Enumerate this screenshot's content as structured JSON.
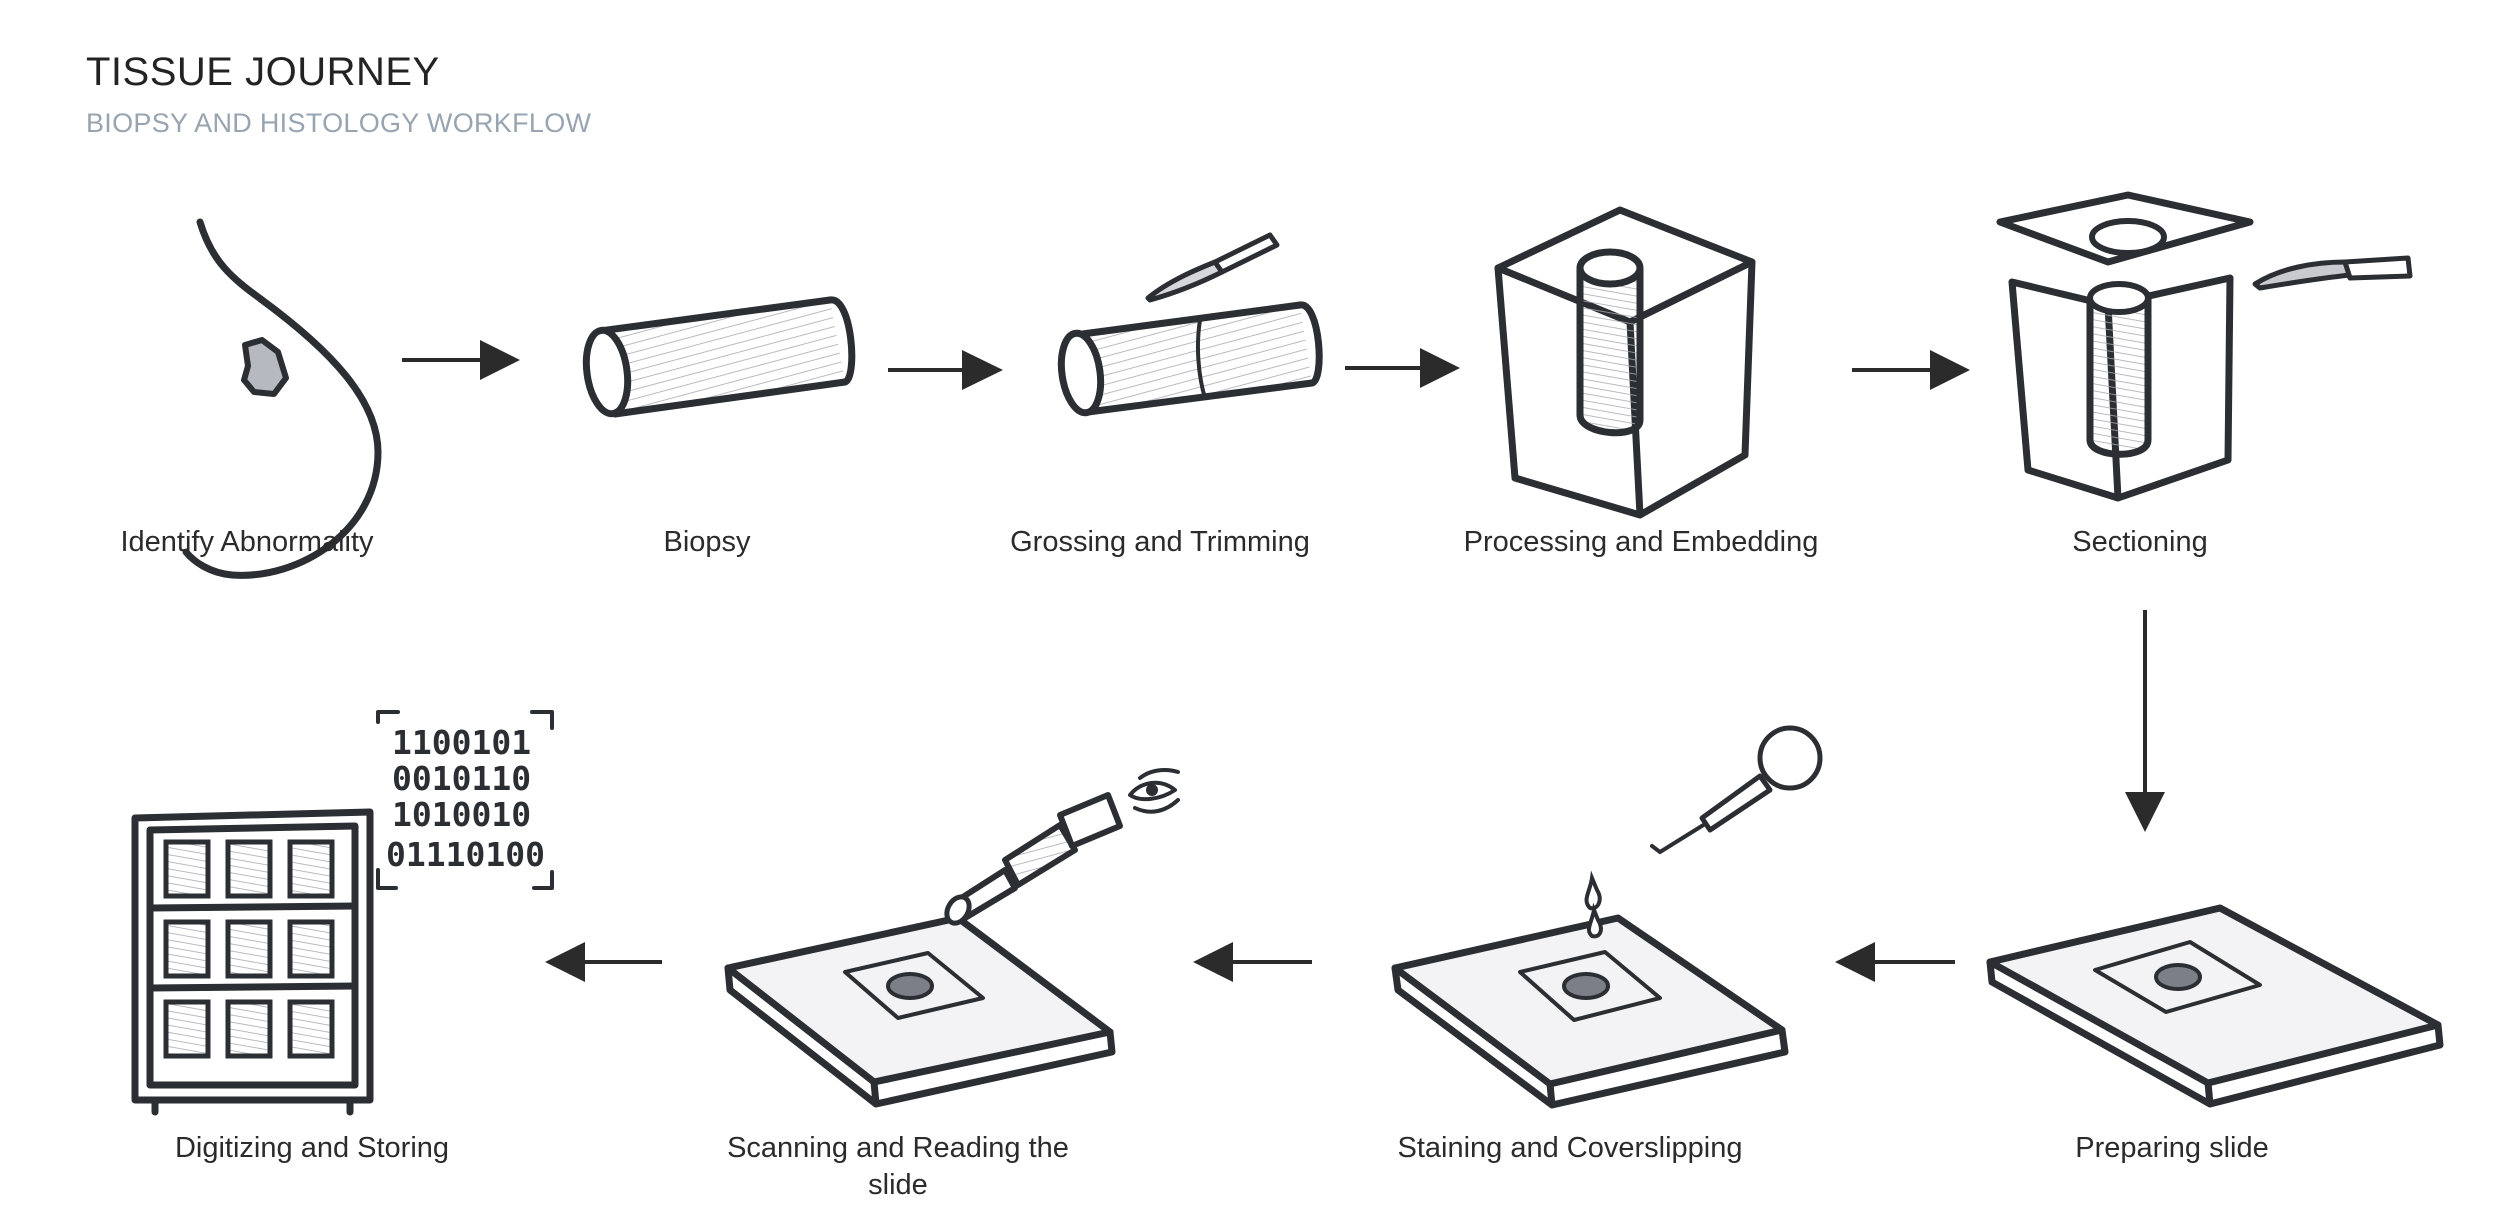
{
  "header": {
    "title": "TISSUE JOURNEY",
    "subtitle": "BIOPSY AND HISTOLOGY WORKFLOW"
  },
  "steps": [
    {
      "label": "Identify Abnormality",
      "icon": "breast-lesion-icon"
    },
    {
      "label": "Biopsy",
      "icon": "tissue-core-icon"
    },
    {
      "label": "Grossing and Trimming",
      "icon": "scalpel-trim-icon"
    },
    {
      "label": "Processing and Embedding",
      "icon": "paraffin-block-icon"
    },
    {
      "label": "Sectioning",
      "icon": "microtome-section-icon"
    },
    {
      "label": "Preparing slide",
      "icon": "glass-slide-icon"
    },
    {
      "label": "Staining and Coverslipping",
      "icon": "dropper-stain-icon"
    },
    {
      "label": "Scanning and Reading the slide",
      "icon": "scanner-eye-icon"
    },
    {
      "label": "Digitizing and Storing",
      "icon": "storage-binary-icon"
    }
  ],
  "binary_rows": [
    "1100101",
    "0010110",
    "1010010",
    "01110100"
  ],
  "colors": {
    "ink": "#2b2e33",
    "subtitle": "#98a4b0",
    "shade": "#a9aab3"
  }
}
